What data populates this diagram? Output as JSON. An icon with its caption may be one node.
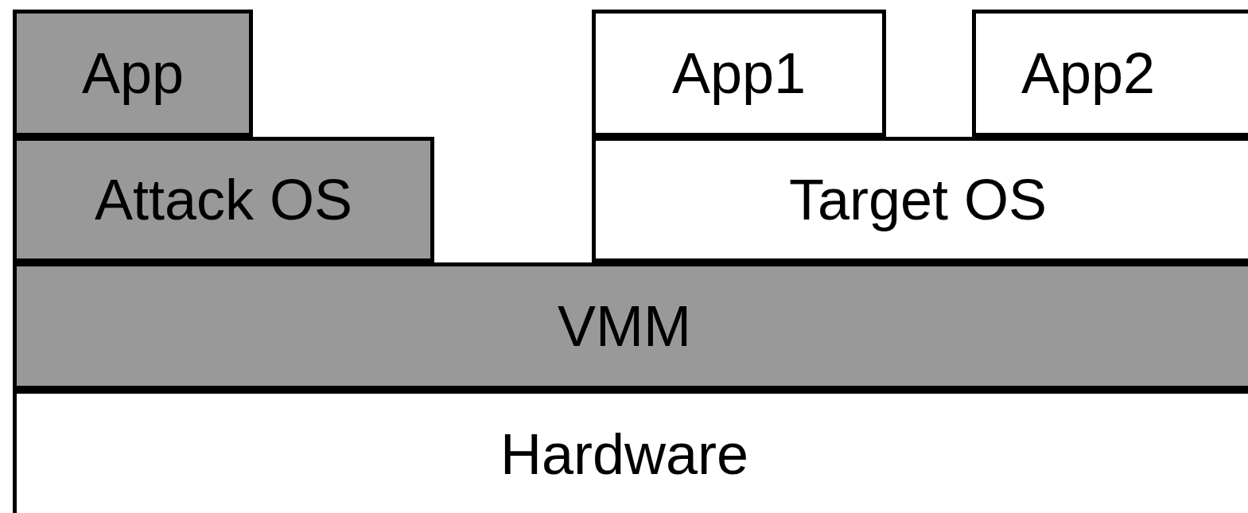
{
  "diagram": {
    "nodes": [
      {
        "text": [
          "App"
        ]
      },
      {
        "text": [
          "Attack OS"
        ]
      },
      {
        "text": [
          "App1"
        ]
      },
      {
        "text": [
          "App2"
        ]
      },
      {
        "text": [
          "Target OS"
        ]
      },
      {
        "text": [
          "VMM"
        ]
      },
      {
        "text": [
          "Hardware"
        ]
      }
    ]
  }
}
